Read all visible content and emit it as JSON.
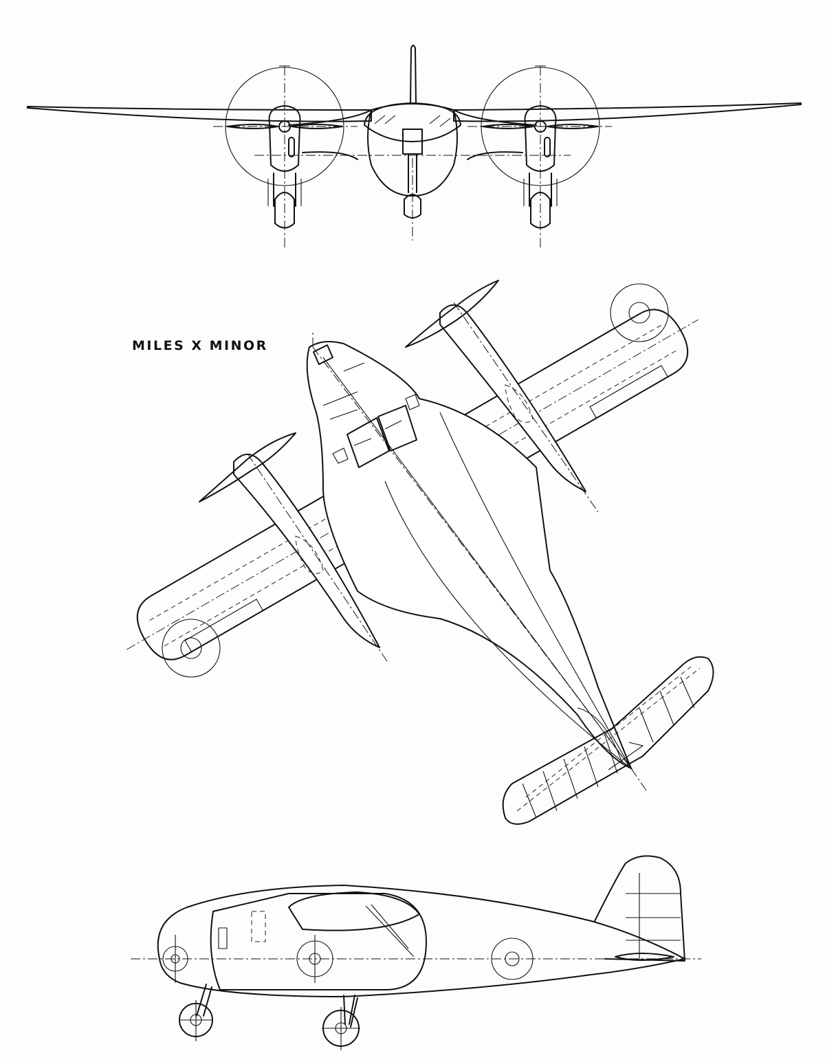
{
  "drawing": {
    "title": "MILES X MINOR",
    "views": [
      "front-view",
      "plan-view",
      "side-view"
    ],
    "colors": {
      "paper": "#fdfdfb",
      "ink": "#111111"
    }
  }
}
